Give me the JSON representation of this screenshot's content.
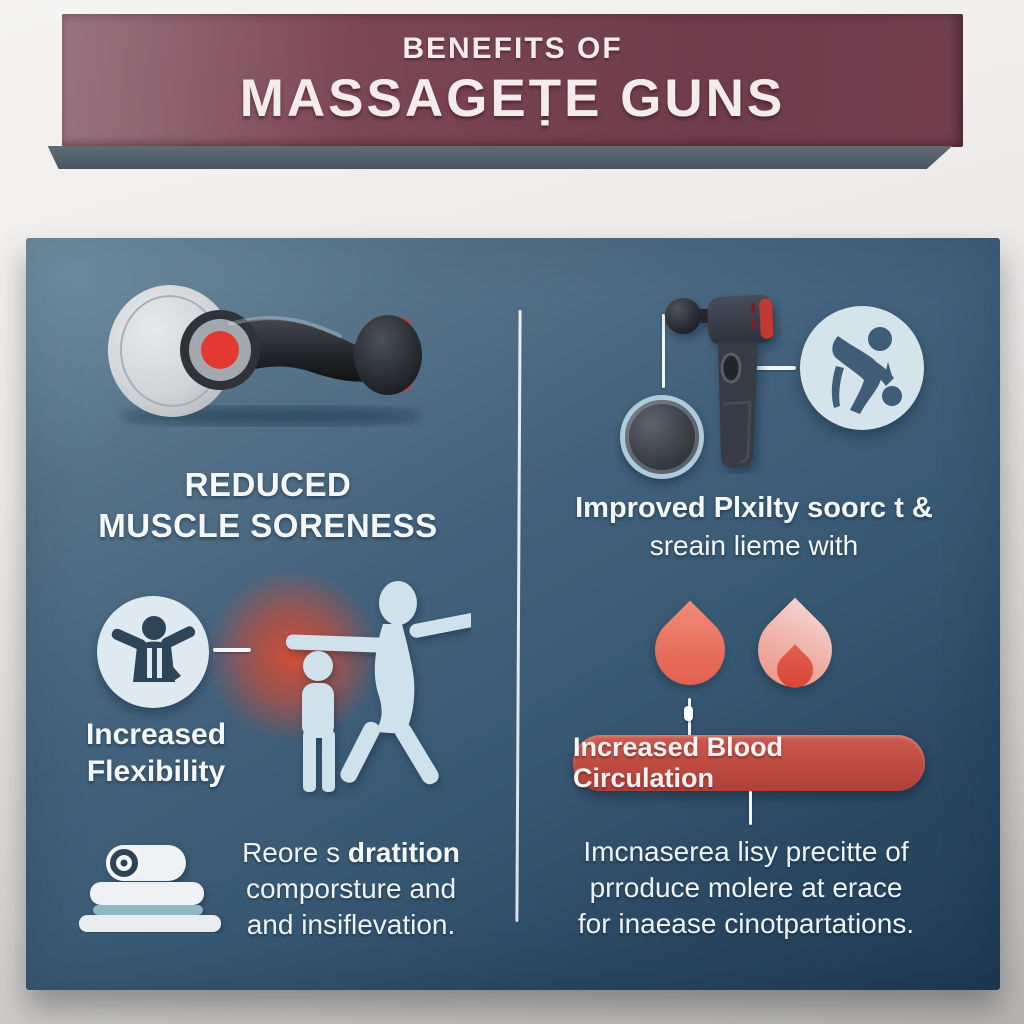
{
  "banner": {
    "line1": "BENEFITS OF",
    "line2": "MASSAGEṬE GUNS"
  },
  "left_column": {
    "heading_line1": "REDUCED",
    "heading_line2": "MUSCLE SORENESS",
    "flexibility_label_line1": "Increased",
    "flexibility_label_line2": "Flexibility",
    "paragraph_line1_regular": "Reore s ",
    "paragraph_line1_bold": "dratition",
    "paragraph_line2": "comporsture and",
    "paragraph_line3": "and insiflevation."
  },
  "right_column": {
    "heading_line1": "Improved Plxilty soorc t &",
    "heading_line2": "sreain lieme with",
    "pill_label": "Increased Blood Circulation",
    "paragraph_line1": "Imcnaserea lisy precitte of",
    "paragraph_line2": "prroduce molere at erace",
    "paragraph_line3": "for inaease cinotpartations."
  },
  "icons": {
    "left_device": "massage-gun-horizontal-icon",
    "right_device": "massage-gun-vertical-icon",
    "ball_attachment": "ball-attachment-icon",
    "sports_figure": "sports-figure-icon",
    "flexibility_person": "flexibility-person-icon",
    "stretching_figures": "stretching-figures-icon",
    "towel_stack": "towel-stack-icon",
    "blood_drop": "blood-drop-icon",
    "flame_drop": "flame-drop-icon"
  },
  "colors": {
    "banner_maroon": "#6e3c4c",
    "panel_blue_light": "#7493a6",
    "panel_blue_dark": "#1f3a54",
    "accent_red": "#e23a30",
    "pill_red": "#b23f38",
    "icon_light_blue": "#dfeaf0",
    "figure_blue": "#cfe1ea",
    "text_white": "#f5f8fa"
  }
}
